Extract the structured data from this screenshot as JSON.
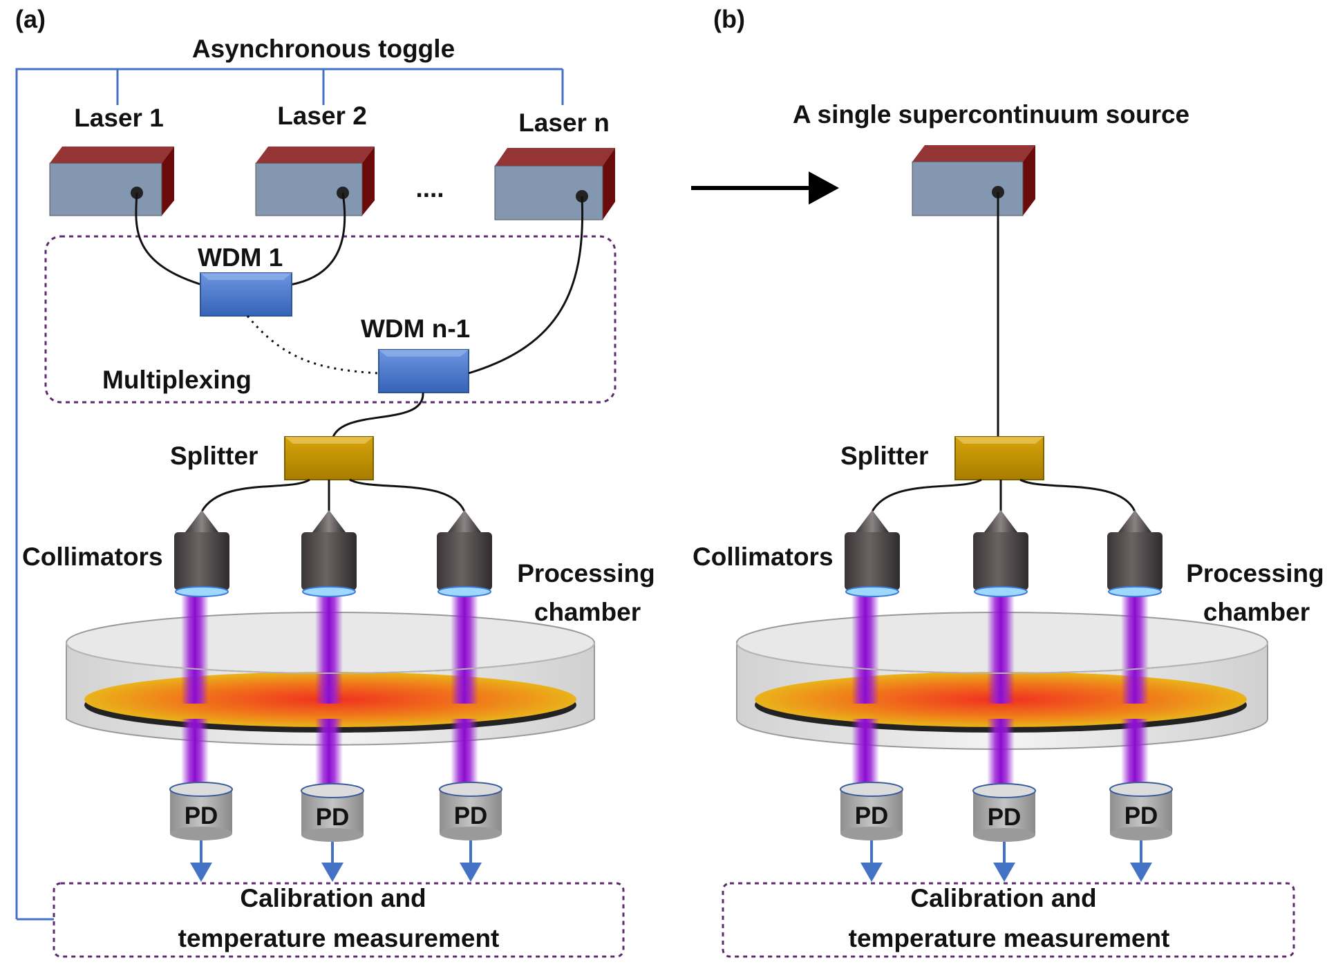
{
  "panel_a": {
    "label": "(a)",
    "toggle_label": "Asynchronous toggle",
    "lasers": [
      "Laser 1",
      "Laser 2",
      "Laser n"
    ],
    "ellipsis": "....",
    "wdm_first": "WDM 1",
    "wdm_last": "WDM n-1",
    "multiplexing": "Multiplexing",
    "splitter": "Splitter",
    "collimators": "Collimators",
    "chamber_line1": "Processing",
    "chamber_line2": "chamber",
    "pd": [
      "PD",
      "PD",
      "PD"
    ],
    "calib_line1": "Calibration and",
    "calib_line2": "temperature measurement"
  },
  "panel_b": {
    "label": "(b)",
    "source": "A single supercontinuum source",
    "splitter": "Splitter",
    "collimators": "Collimators",
    "chamber_line1": "Processing",
    "chamber_line2": "chamber",
    "pd": [
      "PD",
      "PD",
      "PD"
    ],
    "calib_line1": "Calibration and",
    "calib_line2": "temperature measurement"
  },
  "colors": {
    "laser_face": "#8497b0",
    "laser_side": "#7a0a0a",
    "laser_top": "#943434",
    "wdm": "#4472c4",
    "splitter": "#bf9000",
    "beam": "#9a1fd6",
    "toggle_line": "#4472c4",
    "dashed_box": "#5c2a6e",
    "arrow": "#4472c4"
  }
}
